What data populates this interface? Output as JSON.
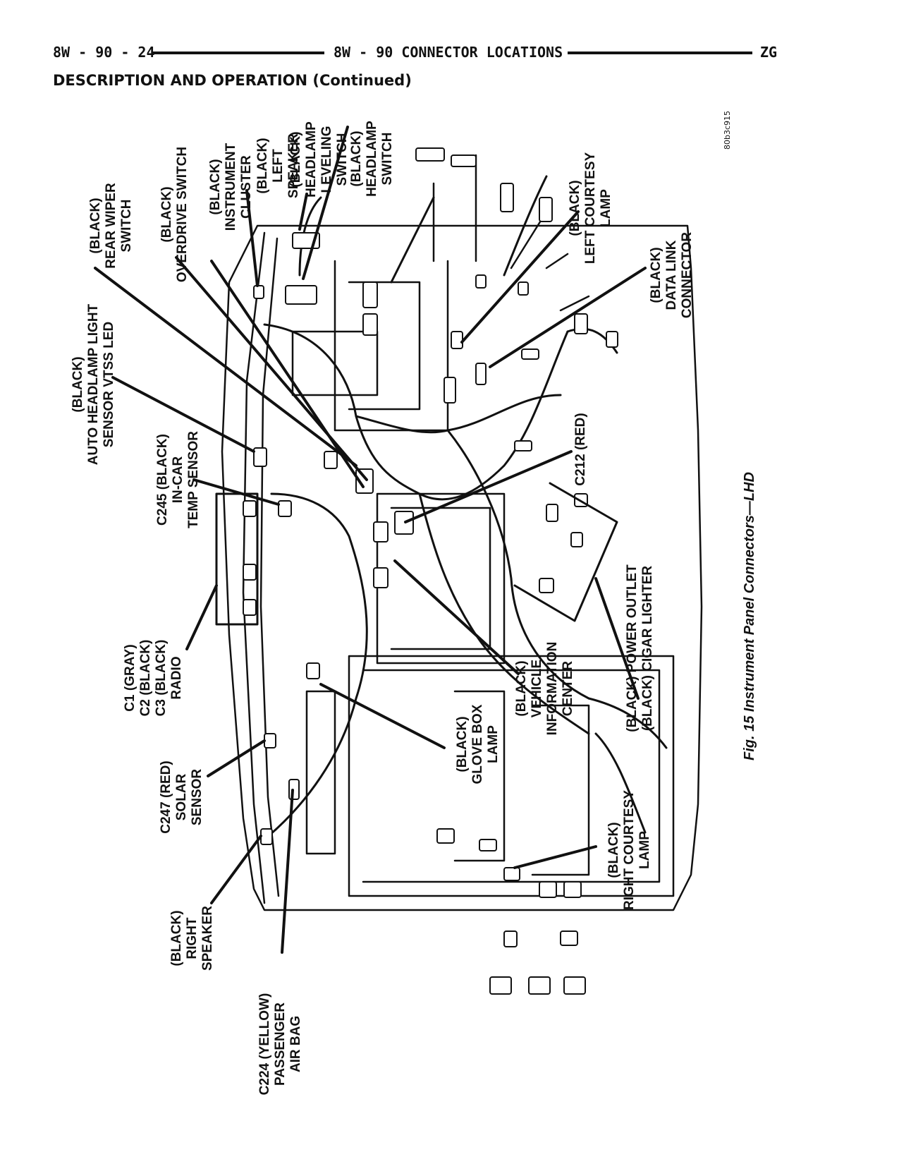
{
  "header": {
    "left": "8W - 90 - 24",
    "center": "8W - 90 CONNECTOR LOCATIONS",
    "right": "ZG"
  },
  "section_title": "DESCRIPTION AND OPERATION (Continued)",
  "figure": {
    "id": "80b3c915",
    "caption": "Fig. 15 Instrument Panel Connectors—LHD",
    "labels": {
      "rear_wiper_switch": [
        "(BLACK)",
        "REAR WIPER",
        "SWITCH"
      ],
      "overdrive_switch": [
        "(BLACK)",
        "OVERDRIVE SWITCH"
      ],
      "instrument_cluster": [
        "(BLACK)",
        "INSTRUMENT",
        "CLUSTER"
      ],
      "left_speaker": [
        "(BLACK)",
        "LEFT",
        "SPEAKER"
      ],
      "headlamp_leveling_switch": [
        "(BLACK)",
        "HEADLAMP",
        "LEVELING",
        "SWITCH"
      ],
      "headlamp_switch": [
        "(BLACK)",
        "HEADLAMP",
        "SWITCH"
      ],
      "left_courtesy_lamp": [
        "(BLACK)",
        "LEFT COURTESY",
        "LAMP"
      ],
      "data_link_connector": [
        "(BLACK)",
        "DATA LINK",
        "CONNECTOR"
      ],
      "auto_headlamp": [
        "(BLACK)",
        "AUTO HEADLAMP LIGHT",
        "SENSOR VTSS LED"
      ],
      "c245": [
        "C245 (BLACK)",
        "IN-CAR",
        "TEMP SENSOR"
      ],
      "c212": [
        "C212 (RED)"
      ],
      "radio": [
        "C1 (GRAY)",
        "C2 (BLACK)",
        "C3 (BLACK)",
        "RADIO"
      ],
      "vehicle_information_center": [
        "(BLACK)",
        "VEHICLE",
        "INFORMATION",
        "CENTER"
      ],
      "power_outlet": [
        "(BLACK) POWER OUTLET",
        "(BLACK) CIGAR LIGHTER"
      ],
      "c247": [
        "C247 (RED)",
        "SOLAR",
        "SENSOR"
      ],
      "glove_box_lamp": [
        "(BLACK)",
        "GLOVE BOX",
        "LAMP"
      ],
      "right_speaker": [
        "(BLACK)",
        "RIGHT",
        "SPEAKER"
      ],
      "c224": [
        "C224 (YELLOW)",
        "PASSENGER",
        "AIR BAG"
      ],
      "right_courtesy_lamp": [
        "(BLACK)",
        "RIGHT COURTESY",
        "LAMP"
      ]
    }
  }
}
